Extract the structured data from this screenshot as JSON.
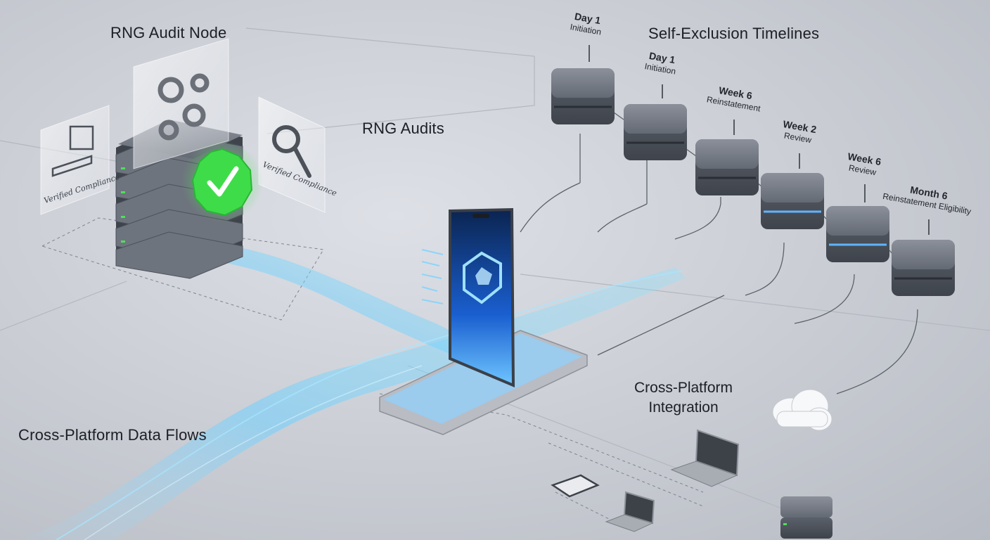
{
  "labels": {
    "rng_audit_node": "RNG Audit Node",
    "rng_audits": "RNG Audits",
    "self_exclusion_timelines": "Self-Exclusion Timelines",
    "cross_platform_data_flows": "Cross-Platform Data Flows",
    "cross_platform_integration_line1": "Cross-Platform",
    "cross_platform_integration_line2": "Integration"
  },
  "panes": {
    "left": "Verified Compliance",
    "right": "Verified Compliance"
  },
  "timeline_steps": [
    {
      "key": "Day 1",
      "sub": "Initiation"
    },
    {
      "key": "Day 1",
      "sub": "Initiation"
    },
    {
      "key": "Week 6",
      "sub": "Reinstatement"
    },
    {
      "key": "Week 2",
      "sub": "Review"
    },
    {
      "key": "Week 6",
      "sub": "Review"
    },
    {
      "key": "Month 6",
      "sub": "Reinstatement Eligibility"
    }
  ],
  "colors": {
    "accent_green": "#3fdc4a",
    "flow_blue": "#5ec8ff",
    "block_gray": "#6e747e",
    "phone_screen": "#1a5fd0"
  },
  "icons": {
    "gears": "gears-icon",
    "magnifier": "magnifier-icon",
    "check_badge": "check-badge-icon",
    "shield": "shield-icon",
    "cloud": "cloud-icon",
    "laptop": "laptop-icon",
    "tablet": "tablet-icon",
    "monitor": "monitor-icon"
  }
}
